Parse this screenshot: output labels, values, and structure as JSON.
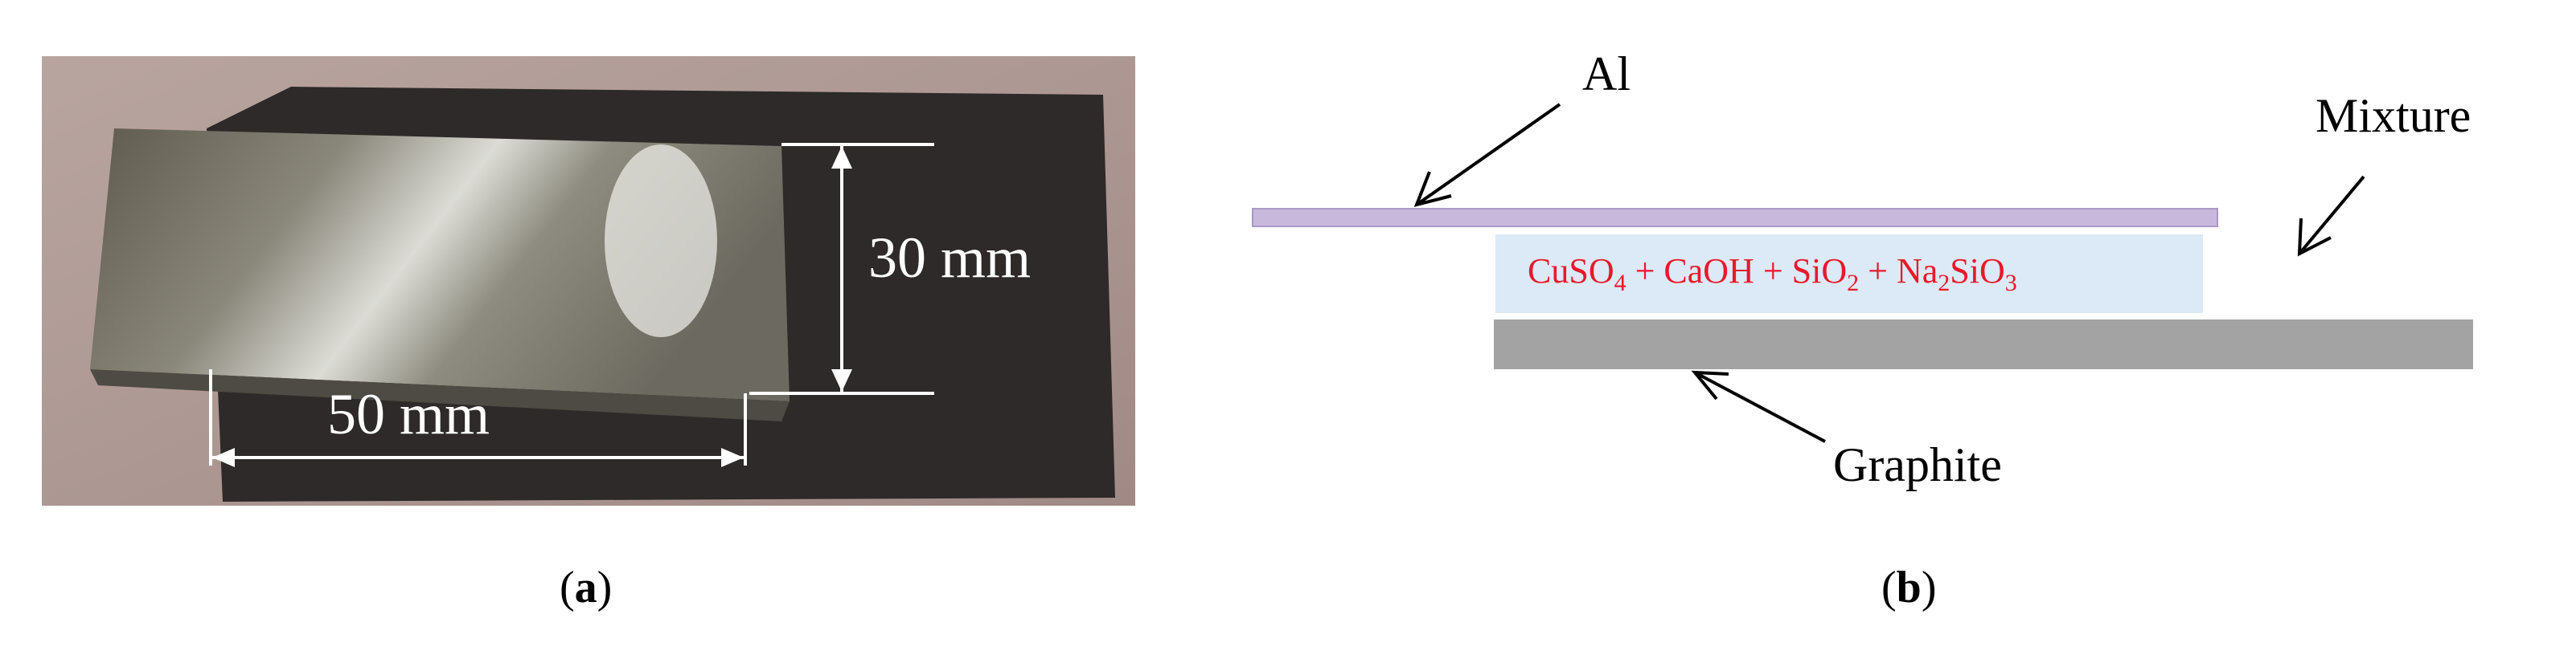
{
  "panel_a": {
    "label_open": "(",
    "label_letter": "a",
    "label_close": ")",
    "dim_height": "30 mm",
    "dim_width": "50 mm"
  },
  "panel_b": {
    "label_open": "(",
    "label_letter": "b",
    "label_close": ")",
    "label_al": "Al",
    "label_mixture": "Mixture",
    "label_graphite": "Graphite",
    "formula": {
      "cuso": "CuSO",
      "sub4": "4",
      "mid": " + CaOH + SiO",
      "sub2": "2",
      "plus": " + Na",
      "sub2b": "2",
      "sio": "SiO",
      "sub3": "3"
    },
    "colors": {
      "al_plate": "#c8b8dc",
      "mixture_fill": "#dce9f7",
      "graphite_plate": "#a3a3a3",
      "formula_text": "#e8192a"
    }
  }
}
